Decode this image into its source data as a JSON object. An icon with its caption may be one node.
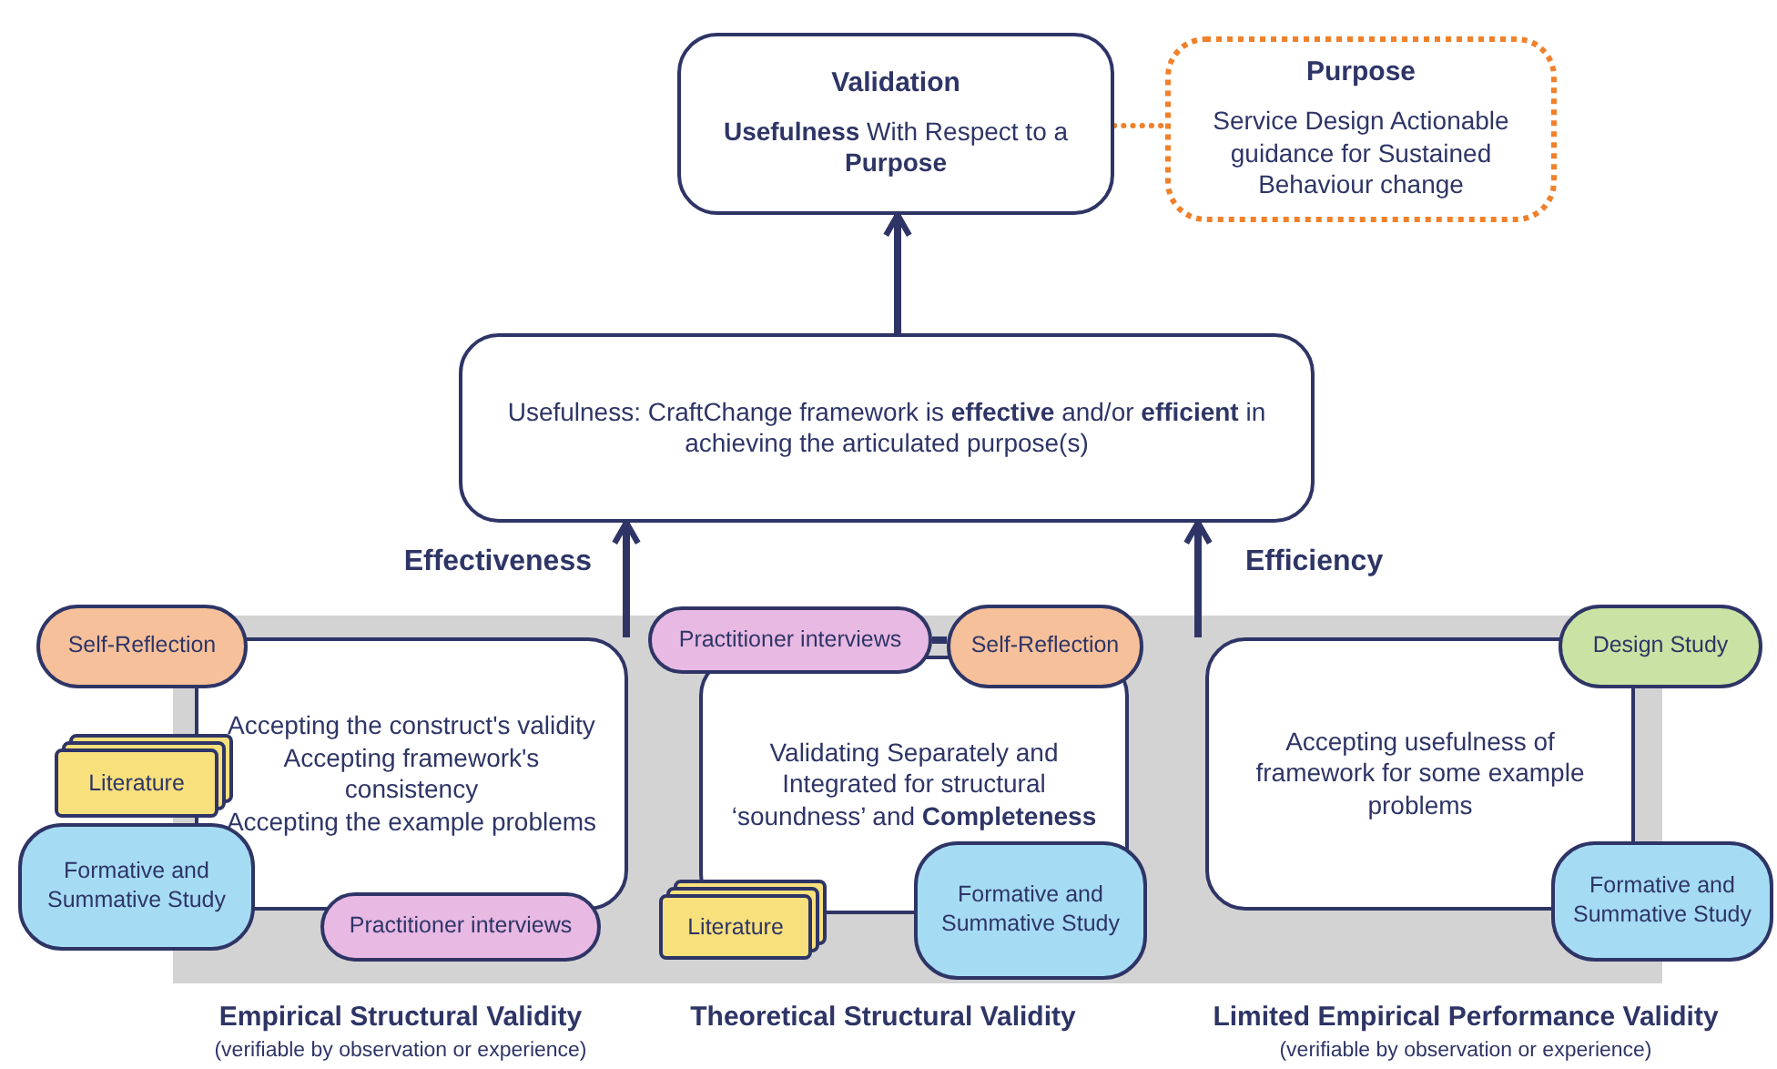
{
  "diagram": {
    "nodes": [
      {
        "text": [
          "Validation",
          "**Usefulness** With Respect to a **Purpose**"
        ]
      },
      {
        "text": [
          "Purpose",
          "Service Design Actionable guidance for Sustained Behaviour change"
        ]
      },
      {
        "text": [
          "Usefulness:  CraftChange framework is **effective** and/or **efficient** in achieving the articulated purpose(s)"
        ]
      },
      {
        "text": [
          "Accepting the construct's validity",
          "Accepting framework's consistency",
          "Accepting the example problems"
        ]
      },
      {
        "text": [
          "Self-Reflection"
        ]
      },
      {
        "text": [
          "Literature"
        ]
      },
      {
        "text": [
          "Formative and Summative Study"
        ]
      },
      {
        "text": [
          "Practitioner interviews"
        ]
      },
      {
        "text": [
          "Validating Separately and Integrated for structural ‘soundness’ and **Completeness**"
        ]
      },
      {
        "text": [
          "Practitioner interviews"
        ]
      },
      {
        "text": [
          "Self-Reflection"
        ]
      },
      {
        "text": [
          "Literature"
        ]
      },
      {
        "text": [
          "Formative and Summative Study"
        ]
      },
      {
        "text": [
          "Accepting usefulness of framework for some example problems"
        ]
      },
      {
        "text": [
          "Design Study"
        ]
      },
      {
        "text": [
          "Formative and Summative Study"
        ]
      }
    ],
    "edges": [
      {
        "from": 0,
        "to": 1,
        "arrow": "none",
        "style": "dashed",
        "color": "#f0802a"
      },
      {
        "from": 2,
        "to": 0,
        "arrow": "to"
      },
      {
        "from": 3,
        "to": 2,
        "arrow": "to",
        "label": "Effectiveness"
      },
      {
        "from": 13,
        "to": 2,
        "arrow": "to",
        "label": "Efficiency"
      },
      {
        "from": 9,
        "to": 10,
        "arrow": "none"
      }
    ],
    "labels": [
      "Empirical Structural Validity",
      "(verifiable by observation or experience)",
      "Theoretical Structural Validity",
      "Limited Empirical Performance Validity",
      "(verifiable by observation or experience)"
    ]
  }
}
